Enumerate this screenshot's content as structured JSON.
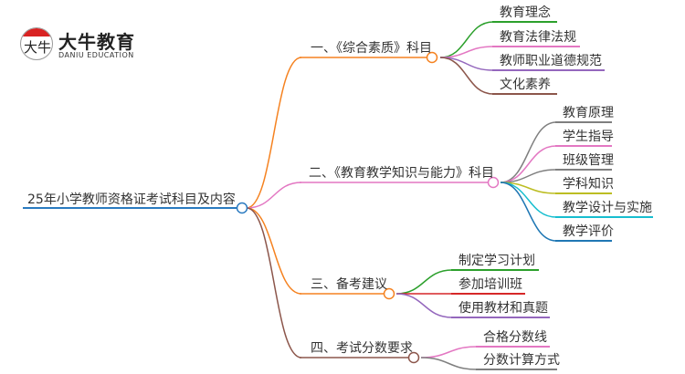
{
  "logo": {
    "mark": "大牛",
    "title": "大牛教育",
    "subtitle": "DANIU EDUCATION"
  },
  "root": {
    "label": "25年小学教师资格证考试科目及内容",
    "color": "#2a7ac0"
  },
  "branches": [
    {
      "label": "一、《综合素质》科目",
      "color": "#f58220",
      "children": [
        {
          "label": "教育理念",
          "color": "#2ca02c"
        },
        {
          "label": "教育法律法规",
          "color": "#e377c2"
        },
        {
          "label": "教师职业道德规范",
          "color": "#9467bd"
        },
        {
          "label": "文化素养",
          "color": "#8c564b"
        }
      ]
    },
    {
      "label": "二、《教育教学知识与能力》科目",
      "color": "#e377c2",
      "children": [
        {
          "label": "教育原理",
          "color": "#7f7f7f"
        },
        {
          "label": "学生指导",
          "color": "#e377c2"
        },
        {
          "label": "班级管理",
          "color": "#7f7f7f"
        },
        {
          "label": "学科知识",
          "color": "#bcbd22"
        },
        {
          "label": "教学设计与实施",
          "color": "#17becf"
        },
        {
          "label": "教学评价",
          "color": "#1f77b4"
        }
      ]
    },
    {
      "label": "三、备考建议",
      "color": "#f58220",
      "children": [
        {
          "label": "制定学习计划",
          "color": "#2ca02c"
        },
        {
          "label": "参加培训班",
          "color": "#d62728"
        },
        {
          "label": "使用教材和真题",
          "color": "#9467bd"
        }
      ]
    },
    {
      "label": "四、考试分数要求",
      "color": "#8c564b",
      "children": [
        {
          "label": "合格分数线",
          "color": "#e377c2"
        },
        {
          "label": "分数计算方式",
          "color": "#7f7f7f"
        }
      ]
    }
  ]
}
